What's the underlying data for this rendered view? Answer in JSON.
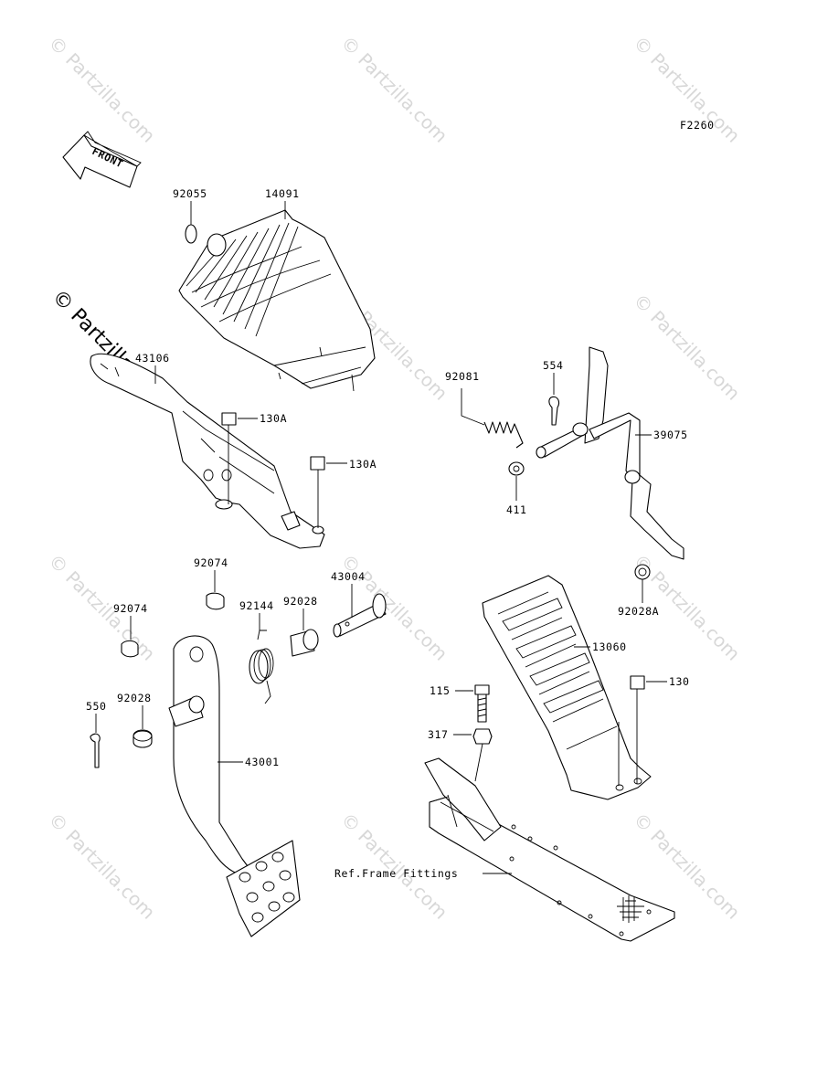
{
  "diagram_code": "F2260",
  "front_arrow_label": "FRONT",
  "watermark": {
    "text": "© Partzilla.com",
    "main_text": "© Partzilla.com"
  },
  "labels": {
    "l92055": "92055",
    "l14091": "14091",
    "l43106": "43106",
    "l130A_1": "130A",
    "l130A_2": "130A",
    "l92081": "92081",
    "l554": "554",
    "l39075": "39075",
    "l411": "411",
    "l43004": "43004",
    "l92074_1": "92074",
    "l92074_2": "92074",
    "l92144": "92144",
    "l92028_1": "92028",
    "l92028A": "92028A",
    "l13060": "13060",
    "l115": "115",
    "l130": "130",
    "l317": "317",
    "l550": "550",
    "l92028_2": "92028",
    "l43001": "43001",
    "ref_frame": "Ref.Frame Fittings"
  }
}
